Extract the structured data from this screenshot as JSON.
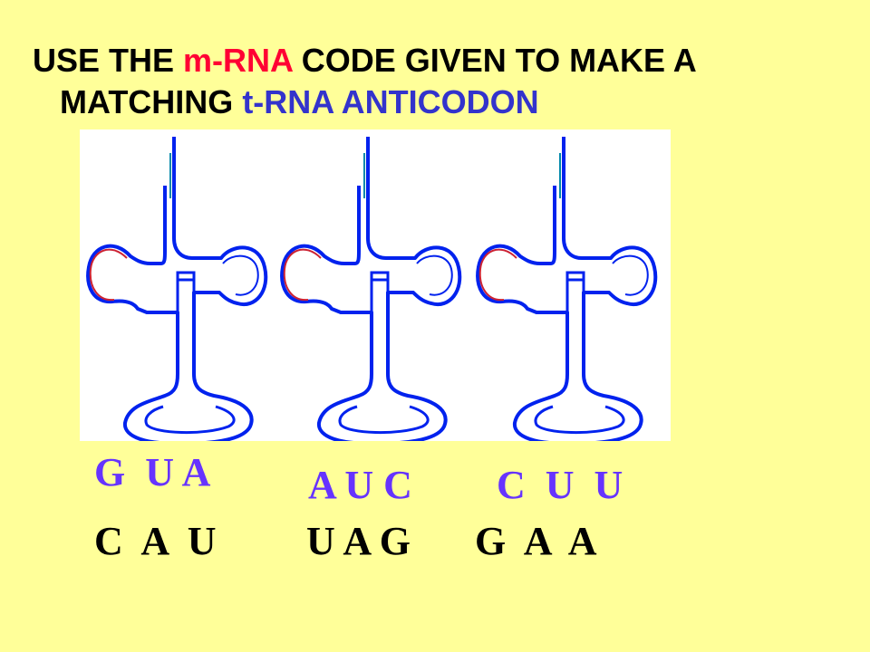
{
  "title": {
    "part1": "USE THE ",
    "highlight1": "m-RNA",
    "part2": " CODE GIVEN TO MAKE A",
    "part3": "MATCHING ",
    "highlight2": "t-RNA ANTICODON",
    "highlight1_color": "#ff0033",
    "highlight2_color": "#3333cc"
  },
  "trna_molecules": [
    {
      "name": "trna-1"
    },
    {
      "name": "trna-2"
    },
    {
      "name": "trna-3"
    }
  ],
  "anticodons": [
    "G  U A",
    "A U C",
    "C  U  U"
  ],
  "mrna_codons": [
    "C  A  U",
    "U A G",
    "G  A  A"
  ],
  "colors": {
    "background": "#ffff99",
    "trna_stroke": "#0022ee",
    "loop_stroke": "#cc2233",
    "anticodon_text": "#6633ff"
  }
}
